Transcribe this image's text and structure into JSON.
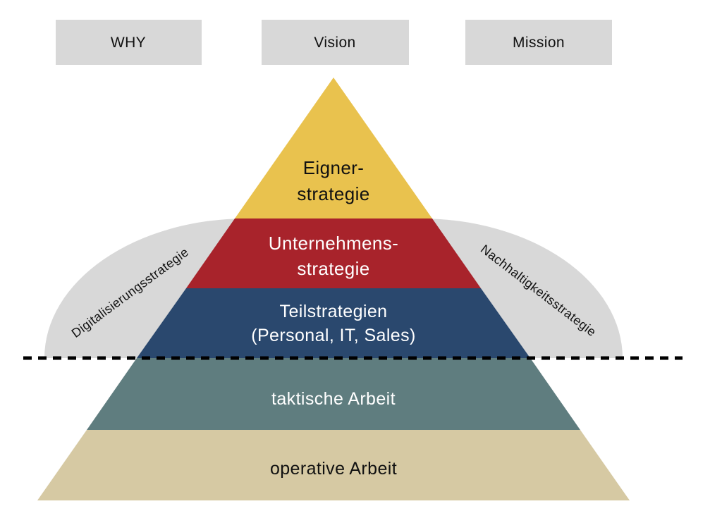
{
  "diagram": {
    "kind": "strategy-pyramid",
    "language": "de"
  },
  "colors": {
    "background": "#ffffff",
    "header_box": "#d8d8d8",
    "side_blob": "#d8d8d8",
    "level_eigner": "#e9c24e",
    "level_unternehmens": "#a8232b",
    "level_teil": "#2a486e",
    "level_taktisch": "#5f7d7f",
    "level_operativ": "#d6c9a3",
    "text_dark": "#111111",
    "text_light": "#ffffff",
    "divider": "#000000"
  },
  "header_boxes": [
    {
      "label": "WHY"
    },
    {
      "label": "Vision"
    },
    {
      "label": "Mission"
    }
  ],
  "pyramid_levels": [
    {
      "name": "eignerstrategie",
      "lines": [
        "Eigner-",
        "strategie"
      ]
    },
    {
      "name": "unternehmensstrategie",
      "lines": [
        "Unternehmens-",
        "strategie"
      ]
    },
    {
      "name": "teilstrategien",
      "lines": [
        "Teilstrategien",
        "(Personal, IT, Sales)"
      ]
    },
    {
      "name": "taktische-arbeit",
      "lines": [
        "taktische Arbeit"
      ]
    },
    {
      "name": "operative-arbeit",
      "lines": [
        "operative Arbeit"
      ]
    }
  ],
  "side_labels": {
    "left": "Digitalisierungsstrategie",
    "right": "Nachhaltigkeitsstrategie"
  }
}
